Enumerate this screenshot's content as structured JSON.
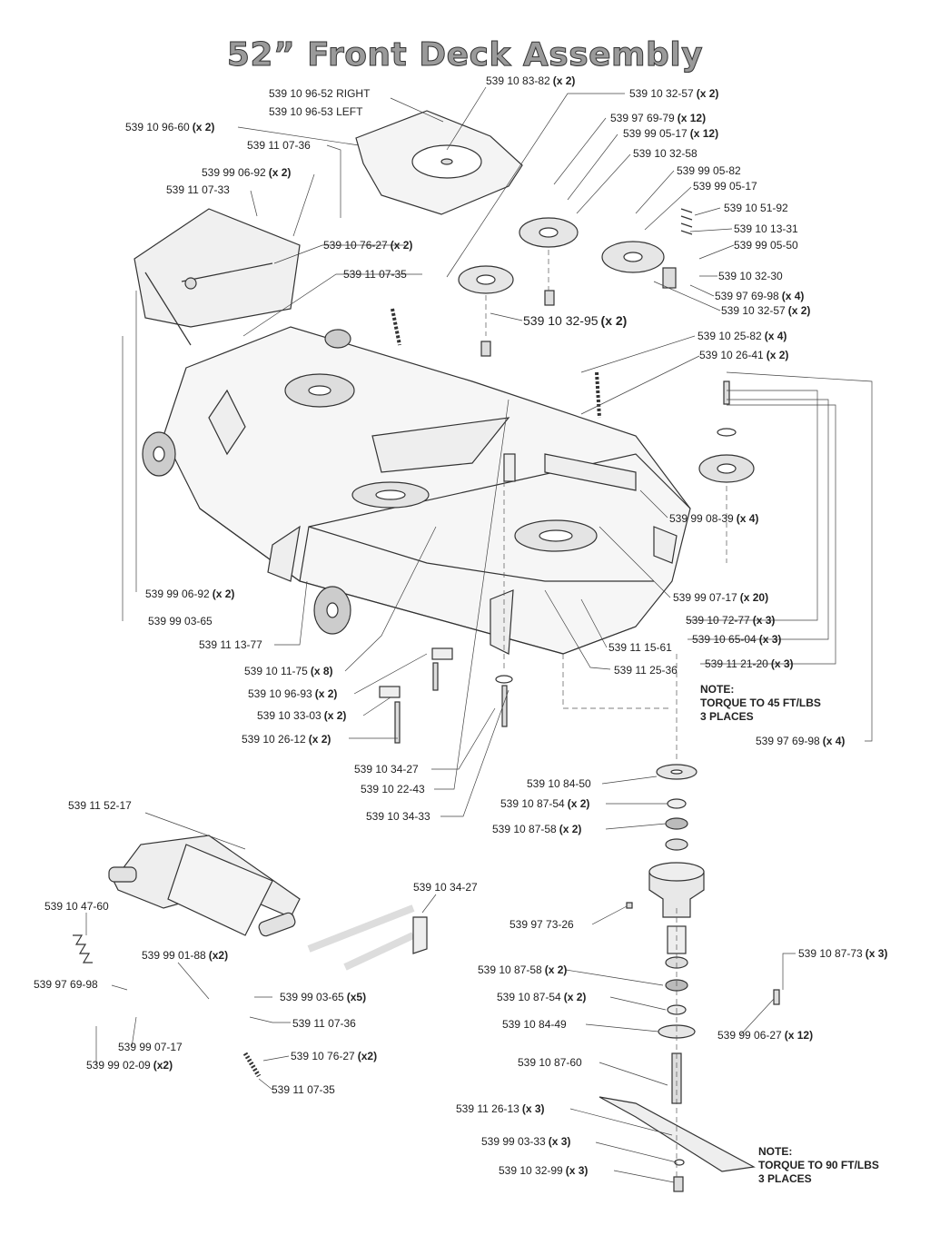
{
  "title": "52” Front Deck Assembly",
  "labels": [
    {
      "id": "l1",
      "part": "539 10 83-82",
      "qty": "(x 2)"
    },
    {
      "id": "l2",
      "part": "539 10 96-52 RIGHT",
      "qty": ""
    },
    {
      "id": "l3",
      "part": "539 10 96-53 LEFT",
      "qty": ""
    },
    {
      "id": "l4",
      "part": "539 10 96-60",
      "qty": "(x 2)"
    },
    {
      "id": "l5",
      "part": "539 11 07-36",
      "qty": ""
    },
    {
      "id": "l6",
      "part": "539 99 06-92",
      "qty": "(x 2)"
    },
    {
      "id": "l7",
      "part": "539 11 07-33",
      "qty": ""
    },
    {
      "id": "l8",
      "part": "539 10 76-27",
      "qty": "(x 2)"
    },
    {
      "id": "l9",
      "part": "539 11 07-35",
      "qty": ""
    },
    {
      "id": "l10",
      "part": "539 10 32-57",
      "qty": "(x 2)"
    },
    {
      "id": "l11",
      "part": "539 97 69-79",
      "qty": "(x 12)"
    },
    {
      "id": "l12",
      "part": "539 99 05-17",
      "qty": "(x 12)"
    },
    {
      "id": "l13",
      "part": "539 10 32-58",
      "qty": ""
    },
    {
      "id": "l14",
      "part": "539 99 05-82",
      "qty": ""
    },
    {
      "id": "l15",
      "part": "539 99 05-17",
      "qty": ""
    },
    {
      "id": "l16",
      "part": "539 10 51-92",
      "qty": ""
    },
    {
      "id": "l17",
      "part": "539 10 13-31",
      "qty": ""
    },
    {
      "id": "l18",
      "part": "539 99 05-50",
      "qty": ""
    },
    {
      "id": "l19",
      "part": "539 10 32-30",
      "qty": ""
    },
    {
      "id": "l20",
      "part": "539 97 69-98",
      "qty": "(x 4)"
    },
    {
      "id": "l21",
      "part": "539 10 32-57",
      "qty": "(x 2)"
    },
    {
      "id": "l22",
      "part": "539 10 32-95",
      "qty": "(x 2)"
    },
    {
      "id": "l23",
      "part": "539 10 25-82",
      "qty": "(x 4)"
    },
    {
      "id": "l24",
      "part": "539 10 26-41",
      "qty": "(x 2)"
    },
    {
      "id": "l25",
      "part": "539 99 08-39",
      "qty": "(x 4)"
    },
    {
      "id": "l26",
      "part": "539 99 06-92",
      "qty": "(x 2)"
    },
    {
      "id": "l27",
      "part": "539 99 03-65",
      "qty": ""
    },
    {
      "id": "l28",
      "part": "539 11 13-77",
      "qty": ""
    },
    {
      "id": "l29",
      "part": "539 99 07-17",
      "qty": "(x 20)"
    },
    {
      "id": "l30",
      "part": "539 10 72-77",
      "qty": "(x 3)"
    },
    {
      "id": "l31",
      "part": "539 10 65-04",
      "qty": "(x 3)"
    },
    {
      "id": "l32",
      "part": "539 11 15-61",
      "qty": ""
    },
    {
      "id": "l33",
      "part": "539 11 21-20",
      "qty": "(x 3)"
    },
    {
      "id": "l34",
      "part": "539 11 25-36",
      "qty": ""
    },
    {
      "id": "l35",
      "part": "539 10 11-75",
      "qty": "(x 8)"
    },
    {
      "id": "l36",
      "part": "539 10 96-93",
      "qty": "(x 2)"
    },
    {
      "id": "l37",
      "part": "539 10 33-03",
      "qty": "(x 2)"
    },
    {
      "id": "l38",
      "part": "539 10 26-12",
      "qty": "(x 2)"
    },
    {
      "id": "l39",
      "part": "539 97 69-98",
      "qty": "(x 4)"
    },
    {
      "id": "l40",
      "part": "539 10 34-27",
      "qty": ""
    },
    {
      "id": "l41",
      "part": "539 10 22-43",
      "qty": ""
    },
    {
      "id": "l42",
      "part": "539 10 34-33",
      "qty": ""
    },
    {
      "id": "l43",
      "part": "539 10 84-50",
      "qty": ""
    },
    {
      "id": "l44",
      "part": "539 10 87-54",
      "qty": "(x 2)"
    },
    {
      "id": "l45",
      "part": "539 10 87-58",
      "qty": "(x 2)"
    },
    {
      "id": "l46",
      "part": "539 11 52-17",
      "qty": ""
    },
    {
      "id": "l47",
      "part": "539 10 34-27",
      "qty": ""
    },
    {
      "id": "l48",
      "part": "539 10 47-60",
      "qty": ""
    },
    {
      "id": "l49",
      "part": "539 97 73-26",
      "qty": ""
    },
    {
      "id": "l50",
      "part": "539 99 01-88",
      "qty": "(x2)"
    },
    {
      "id": "l51",
      "part": "539 10 87-73",
      "qty": "(x 3)"
    },
    {
      "id": "l52",
      "part": "539 97 69-98",
      "qty": ""
    },
    {
      "id": "l53",
      "part": "539 10 87-58",
      "qty": "(x 2)"
    },
    {
      "id": "l54",
      "part": "539 99 03-65",
      "qty": "(x5)"
    },
    {
      "id": "l55",
      "part": "539 10 87-54",
      "qty": "(x 2)"
    },
    {
      "id": "l56",
      "part": "539 11 07-36",
      "qty": ""
    },
    {
      "id": "l57",
      "part": "539 10 84-49",
      "qty": ""
    },
    {
      "id": "l58",
      "part": "539 99 06-27",
      "qty": "(x 12)"
    },
    {
      "id": "l59",
      "part": "539 99 07-17",
      "qty": ""
    },
    {
      "id": "l60",
      "part": "539 10 76-27",
      "qty": "(x2)"
    },
    {
      "id": "l61",
      "part": "539 99 02-09",
      "qty": "(x2)"
    },
    {
      "id": "l62",
      "part": "539 10 87-60",
      "qty": ""
    },
    {
      "id": "l63",
      "part": "539 11 07-35",
      "qty": ""
    },
    {
      "id": "l64",
      "part": "539 11 26-13",
      "qty": "(x 3)"
    },
    {
      "id": "l65",
      "part": "539 99 03-33",
      "qty": "(x 3)"
    },
    {
      "id": "l66",
      "part": "539 10 32-99",
      "qty": "(x 3)"
    }
  ],
  "notes": [
    {
      "id": "n1",
      "lines": [
        "NOTE:",
        "TORQUE TO 45 FT/LBS",
        "3 PLACES"
      ]
    },
    {
      "id": "n2",
      "lines": [
        "NOTE:",
        "TORQUE TO 90 FT/LBS",
        "3 PLACES"
      ]
    }
  ]
}
